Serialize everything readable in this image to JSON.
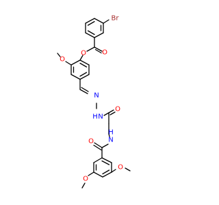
{
  "diagram_type": "chemical-structure",
  "colors": {
    "carbon_bond": "#000000",
    "oxygen": "#ff0000",
    "nitrogen": "#0000ff",
    "bromine": "#a52a2a",
    "background": "#ffffff"
  },
  "atoms": [
    {
      "id": "Br",
      "label": "Br",
      "element": "bromine"
    },
    {
      "id": "O_ester_carbonyl",
      "label": "O",
      "element": "oxygen"
    },
    {
      "id": "O_ester_link",
      "label": "O",
      "element": "oxygen"
    },
    {
      "id": "O_methoxy_top",
      "label": "O",
      "element": "oxygen"
    },
    {
      "id": "N_imine",
      "label": "N",
      "element": "nitrogen"
    },
    {
      "id": "N_hydrazide",
      "label": "N",
      "element": "nitrogen"
    },
    {
      "id": "H_hydrazide",
      "label": "H",
      "element": "nitrogen"
    },
    {
      "id": "O_hydrazide_carbonyl",
      "label": "O",
      "element": "oxygen"
    },
    {
      "id": "N_amide",
      "label": "N",
      "element": "nitrogen"
    },
    {
      "id": "H_amide",
      "label": "H",
      "element": "nitrogen"
    },
    {
      "id": "O_amide_carbonyl",
      "label": "O",
      "element": "oxygen"
    },
    {
      "id": "O_methoxy_para",
      "label": "O",
      "element": "oxygen"
    },
    {
      "id": "O_methoxy_meta",
      "label": "O",
      "element": "oxygen"
    }
  ]
}
